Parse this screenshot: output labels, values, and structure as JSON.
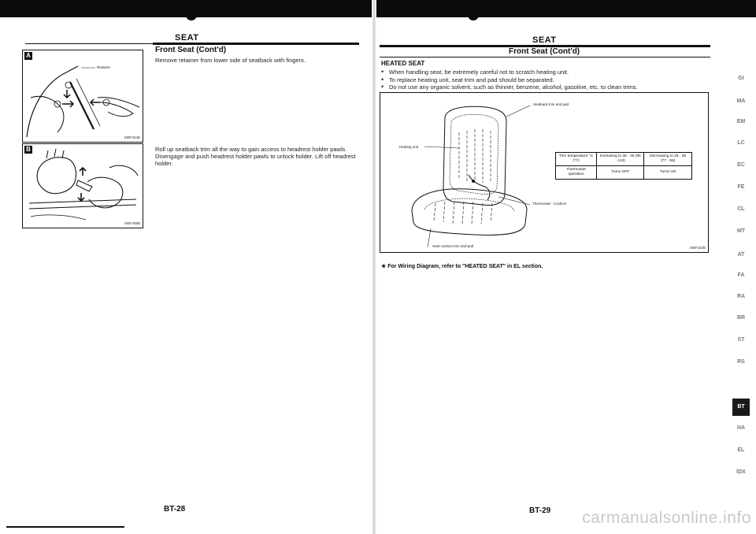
{
  "left_page": {
    "section_title": "SEAT",
    "subsection_title": "Front Seat (Cont'd)",
    "step_a_text": "Remove retainer from lower side of seatback with fingers.",
    "step_b_text": "Roll up seatback trim all the way to gain access to headrest holder pawls. Disengage and push headrest holder pawls to unlock holder. Lift off headrest holder.",
    "figure_a": {
      "letter": "A",
      "callout": "Retainer",
      "code": "MBF454B"
    },
    "figure_b": {
      "letter": "B",
      "code": "MBF465B"
    },
    "page_number": "BT-28"
  },
  "right_page": {
    "section_title": "SEAT",
    "subsection_title": "Front Seat (Cont'd)",
    "heated_title": "HEATED SEAT",
    "bullets": [
      "When handling seat, be extremely careful not to scratch heating unit.",
      "To replace heating unit, seat trim and pad should be separated.",
      "Do not use any organic solvent, such as thinner, benzene, alcohol, gasoline, etc. to clean trims."
    ],
    "diagram": {
      "callout_seatback": "Seatback trim and pad",
      "callout_heating": "Heating unit",
      "callout_thermostat": "Thermostat - Cushion",
      "callout_cushion": "Seat cushion trim and pad",
      "code": "MBF332B",
      "table": {
        "row1_label": "Trim temperature °C (°F)",
        "row1_col1": "Increasing to 35 - 45 (95 - 113)",
        "row1_col2": "Decreasing to 25 - 35 (77 - 95)",
        "row2_label": "Thermostat operation",
        "row2_col1": "Turns OFF",
        "row2_col2": "Turns ON"
      }
    },
    "note": "★ For Wiring Diagram, refer to \"HEATED SEAT\" in EL section.",
    "page_number": "BT-29"
  },
  "section_tabs": [
    "GI",
    "MA",
    "EM",
    "LC",
    "EC",
    "FE",
    "CL",
    "MT",
    "AT",
    "FA",
    "RA",
    "BR",
    "ST",
    "RS",
    "BT",
    "HA",
    "EL",
    "IDX"
  ],
  "active_tab": "BT",
  "watermark": "carmanualsonline.info"
}
